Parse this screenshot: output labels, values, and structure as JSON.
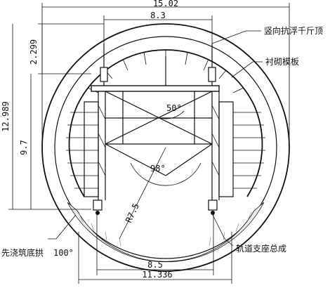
{
  "dimensions": {
    "overall_width": "15.02",
    "top_width": "8.3",
    "top_height": "2.299",
    "overall_height": "12.989",
    "inner_height": "9.7",
    "bottom_width_inner": "8.5",
    "bottom_width_outer": "11.336"
  },
  "angles": {
    "upper": "50°",
    "lower": "98°"
  },
  "radius": {
    "label": "R7.5"
  },
  "callouts": {
    "vertical_jack": "竖向抗浮千斤顶",
    "lining_formwork": "衬砌模板",
    "invert_first": "先浇筑底拱",
    "invert_angle": "100°",
    "rail_support": "轨道支座总成"
  }
}
